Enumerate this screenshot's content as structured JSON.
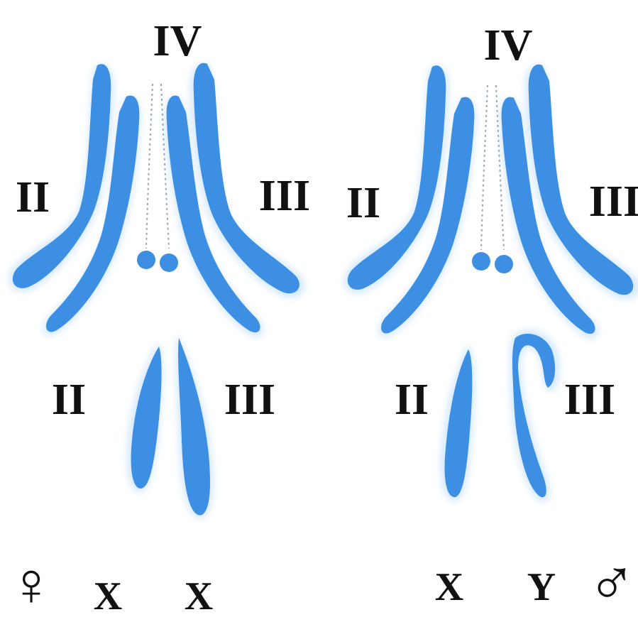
{
  "colors": {
    "chromosome": "#3d8fe4",
    "halo": "#cfe6fb",
    "label": "#111111",
    "dotted": "#9aa6b2",
    "background": "#ffffff"
  },
  "female": {
    "label_iv": "IV",
    "label_ii_upper": "II",
    "label_iii_upper": "III",
    "label_ii_lower": "II",
    "label_iii_lower": "III",
    "label_x1": "X",
    "label_x2": "X",
    "sex_symbol": "♀"
  },
  "male": {
    "label_iv": "IV",
    "label_ii_upper": "II",
    "label_iii_upper": "III",
    "label_ii_lower": "II",
    "label_iii_lower": "III",
    "label_x": "X",
    "label_y": "Y",
    "sex_symbol": "♂"
  }
}
